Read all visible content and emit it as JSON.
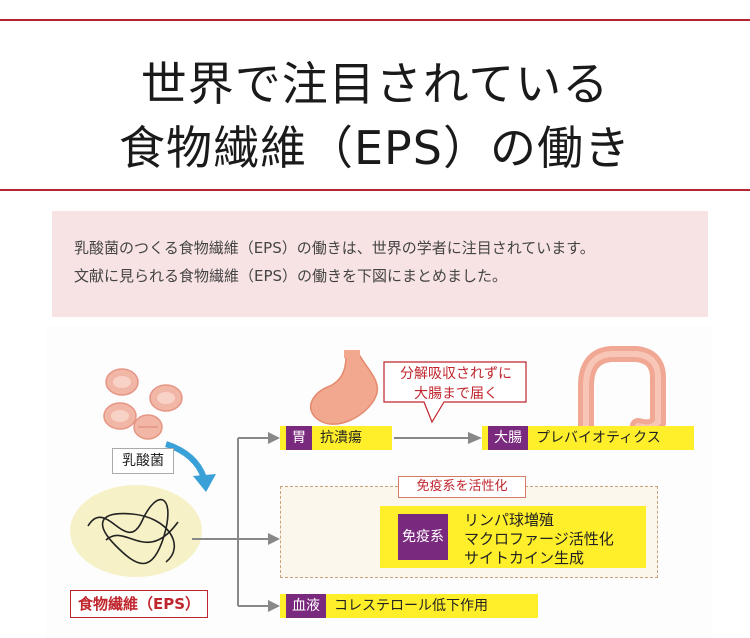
{
  "title": {
    "line1": "世界で注目されている",
    "line2": "食物繊維（EPS）の働き"
  },
  "intro": {
    "line1": "乳酸菌のつくる食物繊維（EPS）の働きは、世界の学者に注目されています。",
    "line2": "文献に見られる食物繊維（EPS）の働きを下図にまとめました。"
  },
  "diagram": {
    "lactobacillus_label": "乳酸菌",
    "eps_label": "食物繊維（EPS）",
    "callout_line1": "分解吸収されずに",
    "callout_line2": "大腸まで届く",
    "stomach": {
      "tag": "胃",
      "text": "抗潰瘍"
    },
    "large_intestine": {
      "tag": "大腸",
      "text": "プレバイオティクス"
    },
    "immune": {
      "header": "免疫系を活性化",
      "tag": "免疫系",
      "items": [
        "リンパ球増殖",
        "マクロファージ活性化",
        "サイトカイン生成"
      ]
    },
    "blood": {
      "tag": "血液",
      "text": "コレステロール低下作用"
    }
  },
  "colors": {
    "accent_red": "#b3262d",
    "tag_purple": "#7a2a7e",
    "highlight_yellow": "#ffef2a",
    "intro_pink": "#f8e3e4"
  }
}
